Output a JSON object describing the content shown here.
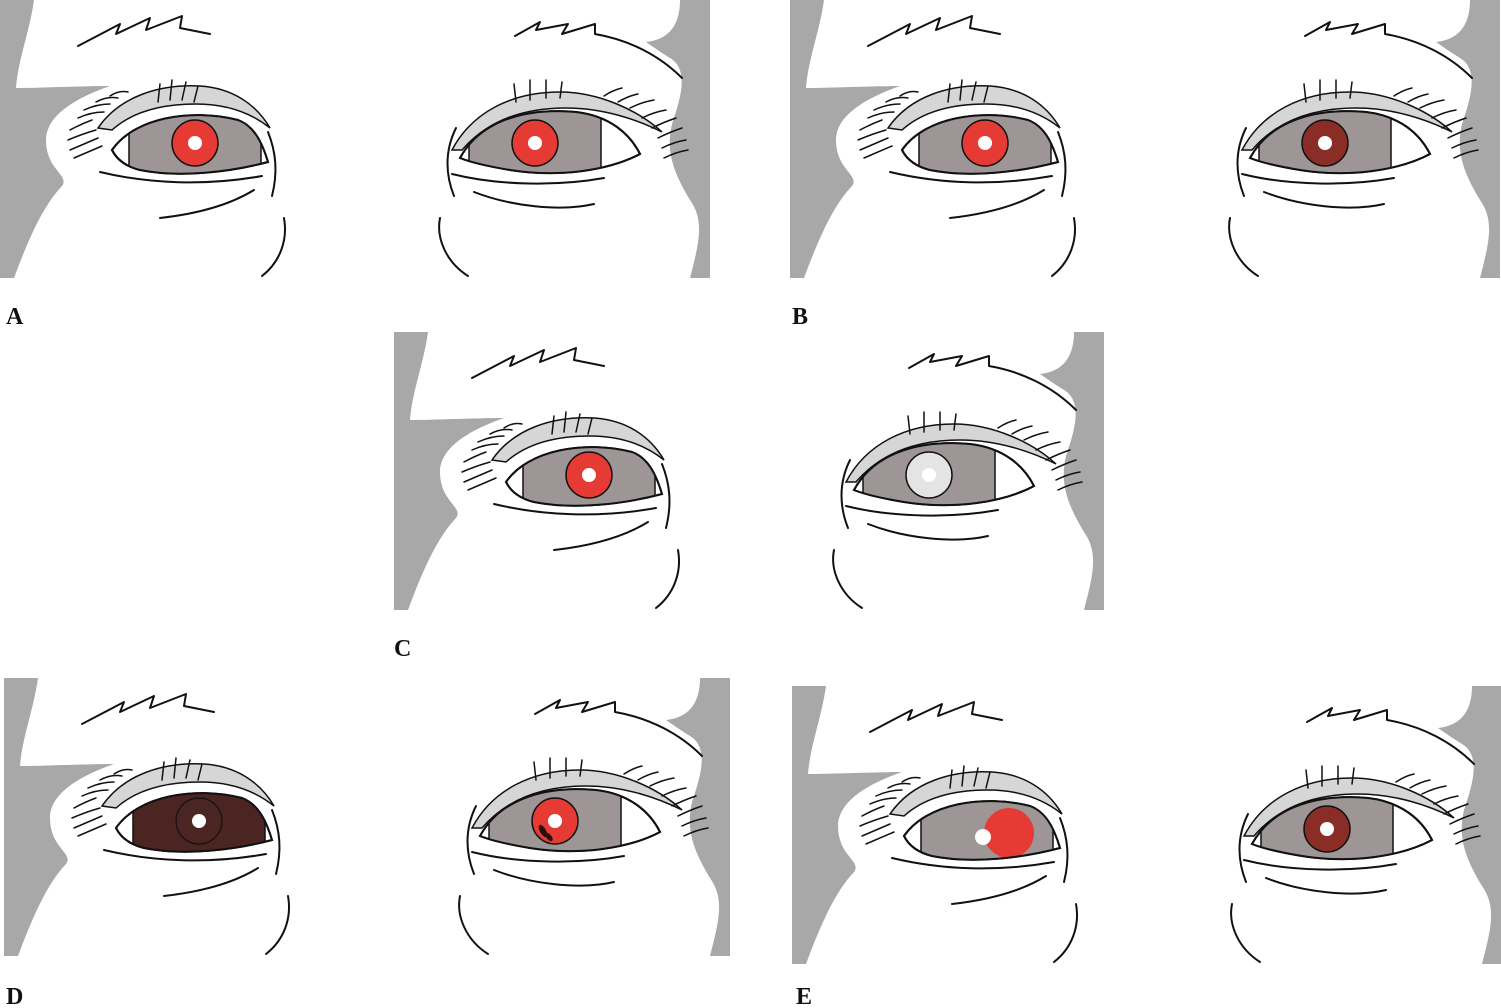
{
  "panels": [
    {
      "label": "A",
      "left_eye": "red-reflex",
      "right_eye": "red-reflex"
    },
    {
      "label": "B",
      "left_eye": "red-reflex",
      "right_eye": "dull-red-reflex"
    },
    {
      "label": "C",
      "left_eye": "red-reflex",
      "right_eye": "white-reflex"
    },
    {
      "label": "D",
      "left_eye": "absent-reflex",
      "right_eye": "red-reflex-with-dark-spots"
    },
    {
      "label": "E",
      "left_eye": "displaced-reflex",
      "right_eye": "dull-red-reflex"
    }
  ],
  "colors": {
    "background": "#ffffff",
    "face_shadow": "#a8a8a8",
    "lid_shade": "#d6d6d6",
    "iris": "#9e9696",
    "iris_dark": "#4a2522",
    "reflex_red": "#e63a34",
    "reflex_dull": "#8b2d27",
    "reflex_white": "#e4e4e4",
    "line": "#111111"
  }
}
